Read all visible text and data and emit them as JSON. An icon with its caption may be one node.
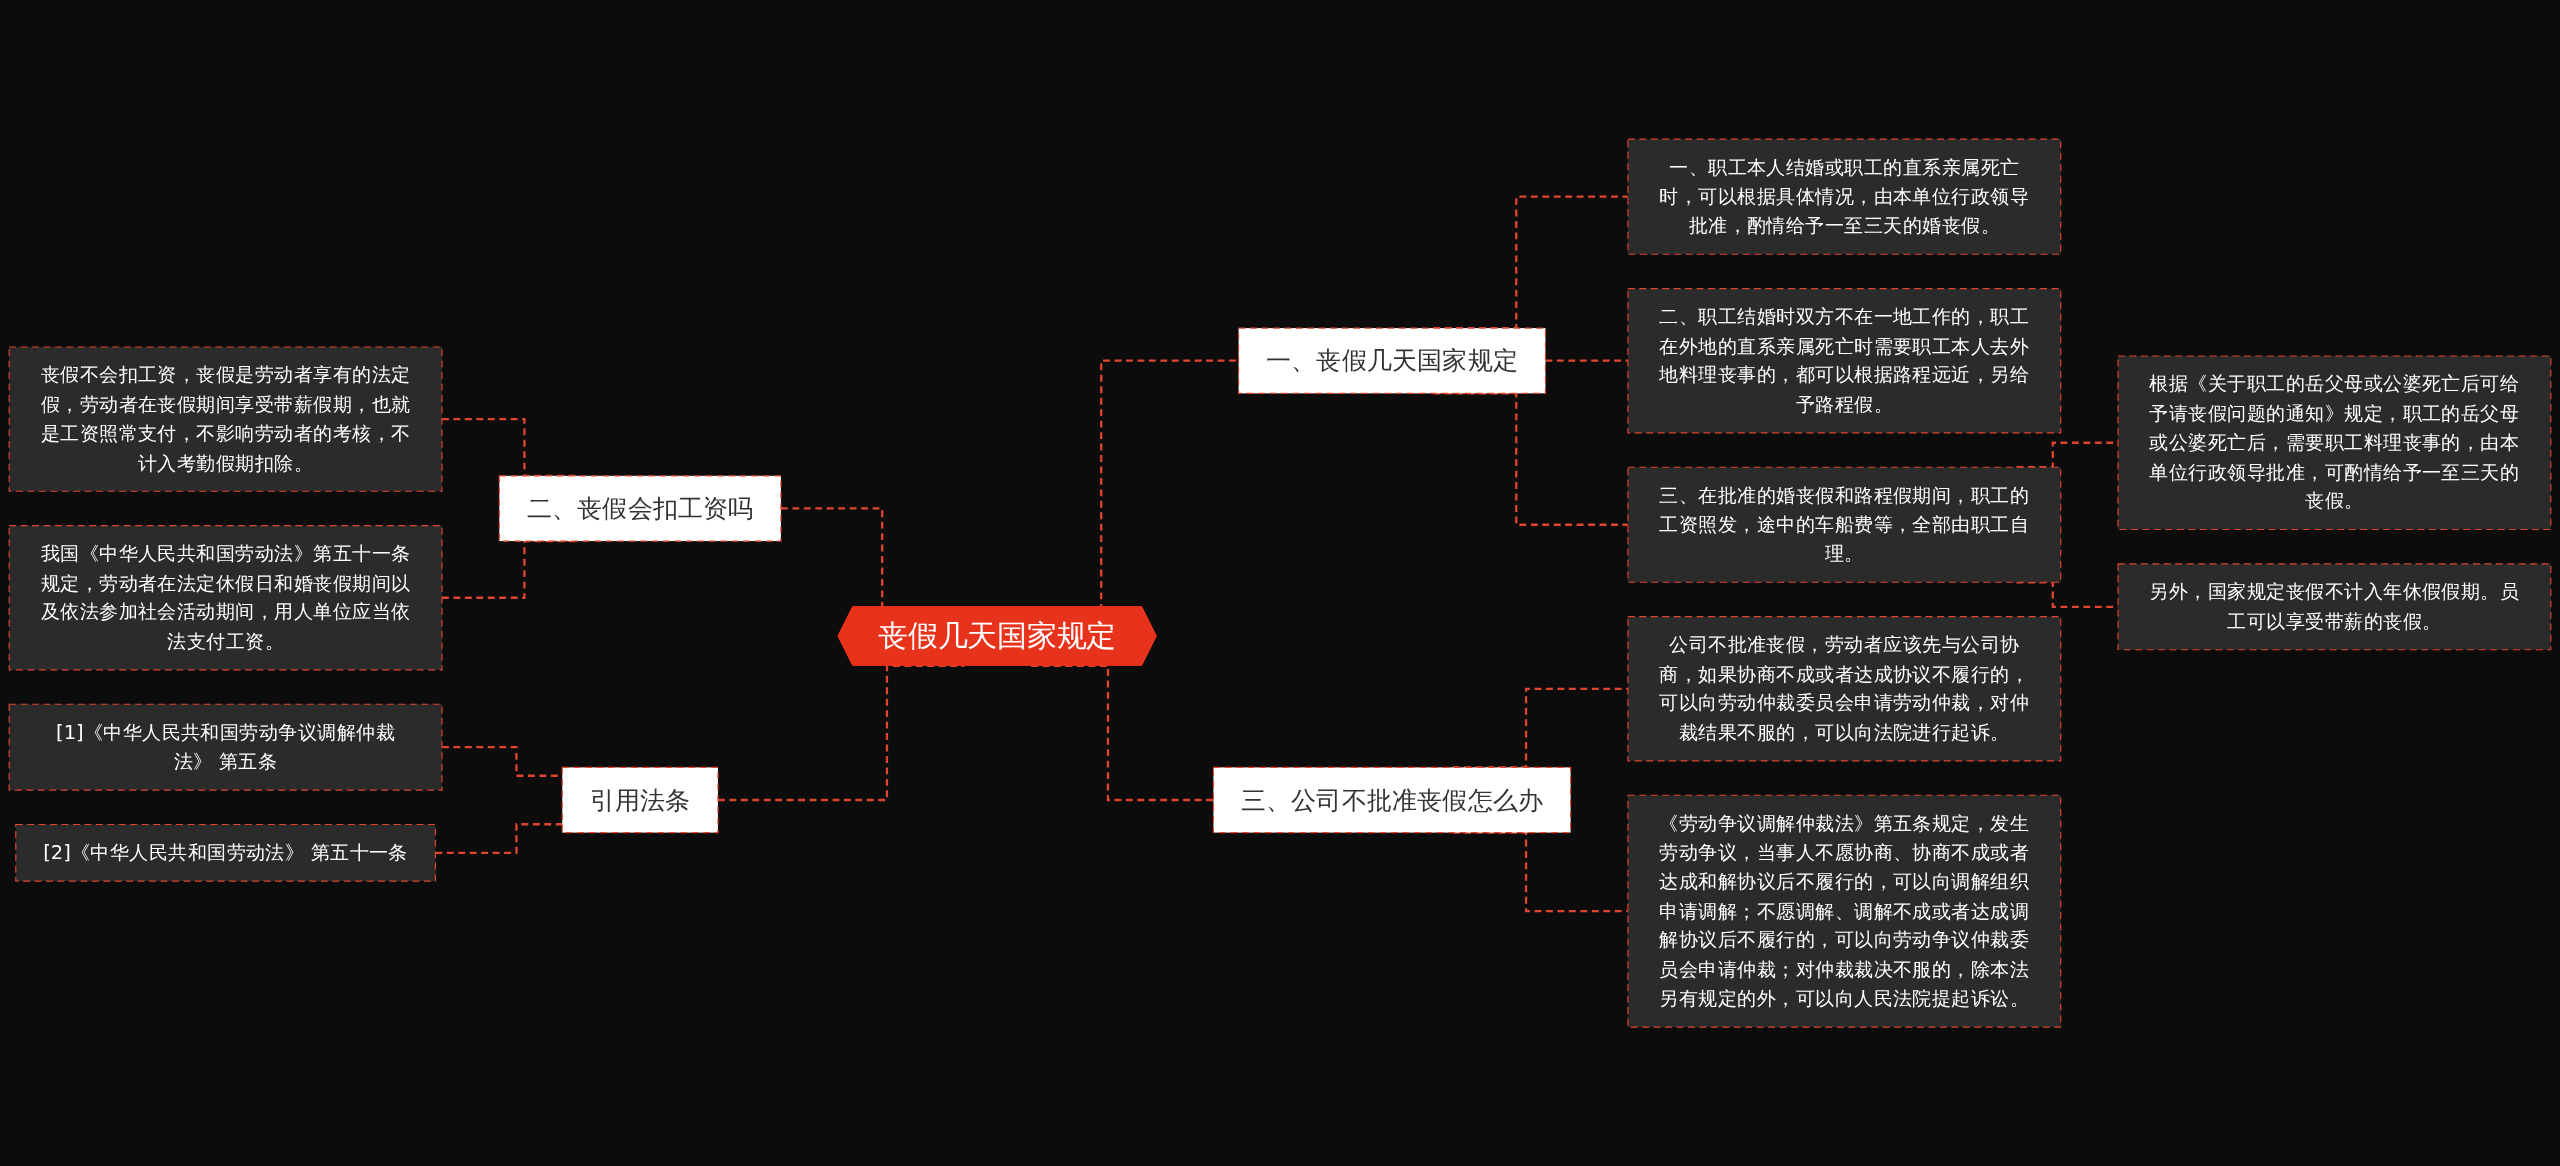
{
  "diagram": {
    "nodes": [
      {
        "text": [
          "丧假几天国家规定"
        ]
      },
      {
        "text": [
          "一、丧假几天国家规定"
        ]
      },
      {
        "text": [
          "一、职工本人结婚或职工的直系亲属死亡时，可以根据具体情况，由本单位行政领导批准，酌情给予一至三天的婚丧假。"
        ]
      },
      {
        "text": [
          "二、职工结婚时双方不在一地工作的，职工在外地的直系亲属死亡时需要职工本人去外地料理丧事的，都可以根据路程远近，另给予路程假。"
        ]
      },
      {
        "text": [
          "三、在批准的婚丧假和路程假期间，职工的工资照发，途中的车船费等，全部由职工自理。"
        ]
      },
      {
        "text": [
          "根据《关于职工的岳父母或公婆死亡后可给予请丧假问题的通知》规定，职工的岳父母或公婆死亡后，需要职工料理丧事的，由本单位行政领导批准，可酌情给予一至三天的丧假。"
        ]
      },
      {
        "text": [
          "另外，国家规定丧假不计入年休假假期。员工可以享受带薪的丧假。"
        ]
      },
      {
        "text": [
          "三、公司不批准丧假怎么办"
        ]
      },
      {
        "text": [
          "公司不批准丧假，劳动者应该先与公司协商，如果协商不成或者达成协议不履行的，可以向劳动仲裁委员会申请劳动仲裁，对仲裁结果不服的，可以向法院进行起诉。"
        ]
      },
      {
        "text": [
          "《劳动争议调解仲裁法》第五条规定，发生劳动争议，当事人不愿协商、协商不成或者达成和解协议后不履行的，可以向调解组织申请调解；不愿调解、调解不成或者达成调解协议后不履行的，可以向劳动争议仲裁委员会申请仲裁；对仲裁裁决不服的，除本法另有规定的外，可以向人民法院提起诉讼。"
        ]
      },
      {
        "text": [
          "二、丧假会扣工资吗"
        ]
      },
      {
        "text": [
          "丧假不会扣工资，丧假是劳动者享有的法定假，劳动者在丧假期间享受带薪假期，也就是工资照常支付，不影响劳动者的考核，不计入考勤假期扣除。"
        ]
      },
      {
        "text": [
          "我国《中华人民共和国劳动法》第五十一条规定，劳动者在法定休假日和婚丧假期间以及依法参加社会活动期间，用人单位应当依法支付工资。"
        ]
      },
      {
        "text": [
          "引用法条"
        ]
      },
      {
        "text": [
          "[1]《中华人民共和国劳动争议调解仲裁法》 第五条"
        ]
      },
      {
        "text": [
          "[2]《中华人民共和国劳动法》 第五十一条"
        ]
      }
    ],
    "edges": [
      {
        "from": 0,
        "to": 1,
        "arrow": "none",
        "style": "dashed"
      },
      {
        "from": 1,
        "to": 2,
        "arrow": "none",
        "style": "dashed"
      },
      {
        "from": 1,
        "to": 3,
        "arrow": "none",
        "style": "dashed"
      },
      {
        "from": 1,
        "to": 4,
        "arrow": "none",
        "style": "dashed"
      },
      {
        "from": 4,
        "to": 5,
        "arrow": "none",
        "style": "dashed"
      },
      {
        "from": 4,
        "to": 6,
        "arrow": "none",
        "style": "dashed"
      },
      {
        "from": 0,
        "to": 7,
        "arrow": "none",
        "style": "dashed"
      },
      {
        "from": 7,
        "to": 8,
        "arrow": "none",
        "style": "dashed"
      },
      {
        "from": 7,
        "to": 9,
        "arrow": "none",
        "style": "dashed"
      },
      {
        "from": 10,
        "to": 0,
        "arrow": "none",
        "style": "dashed"
      },
      {
        "from": 11,
        "to": 10,
        "arrow": "none",
        "style": "dashed"
      },
      {
        "from": 12,
        "to": 10,
        "arrow": "none",
        "style": "dashed"
      },
      {
        "from": 13,
        "to": 0,
        "arrow": "none",
        "style": "dashed"
      },
      {
        "from": 14,
        "to": 13,
        "arrow": "none",
        "style": "dashed"
      },
      {
        "from": 15,
        "to": 13,
        "arrow": "none",
        "style": "dashed"
      }
    ]
  }
}
